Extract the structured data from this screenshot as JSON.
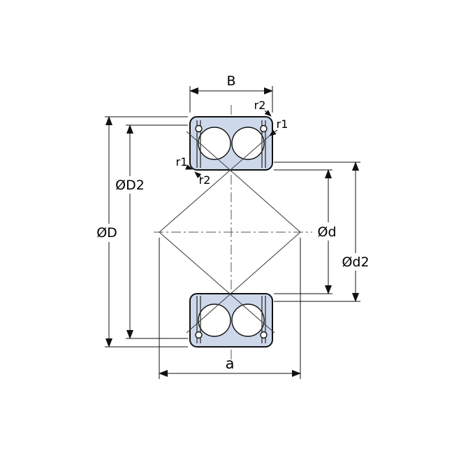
{
  "drawing": {
    "type": "double-row-sealed-ball-bearing-cross-section",
    "labels": {
      "width": "B",
      "r2_top": "r2",
      "r1_right": "r1",
      "r1_left": "r1",
      "r2_left": "r2",
      "outer_recess_diameter": "ØD2",
      "outer_diameter": "ØD",
      "bore_diameter": "Ød",
      "inner_recess_diameter": "Ød2",
      "load_center_distance": "a"
    },
    "colors": {
      "bearing_fill": "#cdd9ea",
      "line": "#000000",
      "background": "#ffffff"
    }
  }
}
